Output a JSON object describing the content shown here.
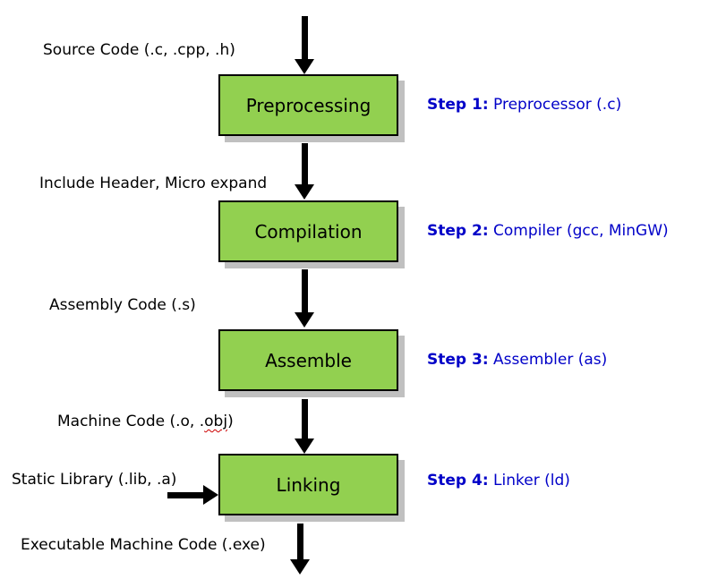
{
  "diagram": {
    "description": "C/C++ build pipeline flowchart",
    "stages": [
      {
        "input_label": "Source Code (.c, .cpp, .h)",
        "box_label": "Preprocessing",
        "step_num": "Step 1:",
        "step_tool": "Preprocessor (.c)"
      },
      {
        "input_label": "Include Header, Micro expand",
        "box_label": "Compilation",
        "step_num": "Step 2:",
        "step_tool": "Compiler (gcc, MinGW)"
      },
      {
        "input_label": "Assembly Code (.s)",
        "box_label": "Assemble",
        "step_num": "Step 3:",
        "step_tool": "Assembler (as)"
      },
      {
        "input_label_parts": {
          "before": "Machine Code (.o, .",
          "misspelled": "obj",
          "after": ")"
        },
        "box_label": "Linking",
        "step_num": "Step 4:",
        "step_tool": "Linker (ld)",
        "side_input_label": "Static Library (.lib, .a)"
      }
    ],
    "output_label": "Executable Machine Code (.exe)",
    "colors": {
      "box_fill": "#92D050",
      "box_border": "#000000",
      "shadow": "#C0C0C0",
      "step_text": "#0000C8",
      "label_text": "#000000",
      "arrow": "#000000"
    }
  }
}
